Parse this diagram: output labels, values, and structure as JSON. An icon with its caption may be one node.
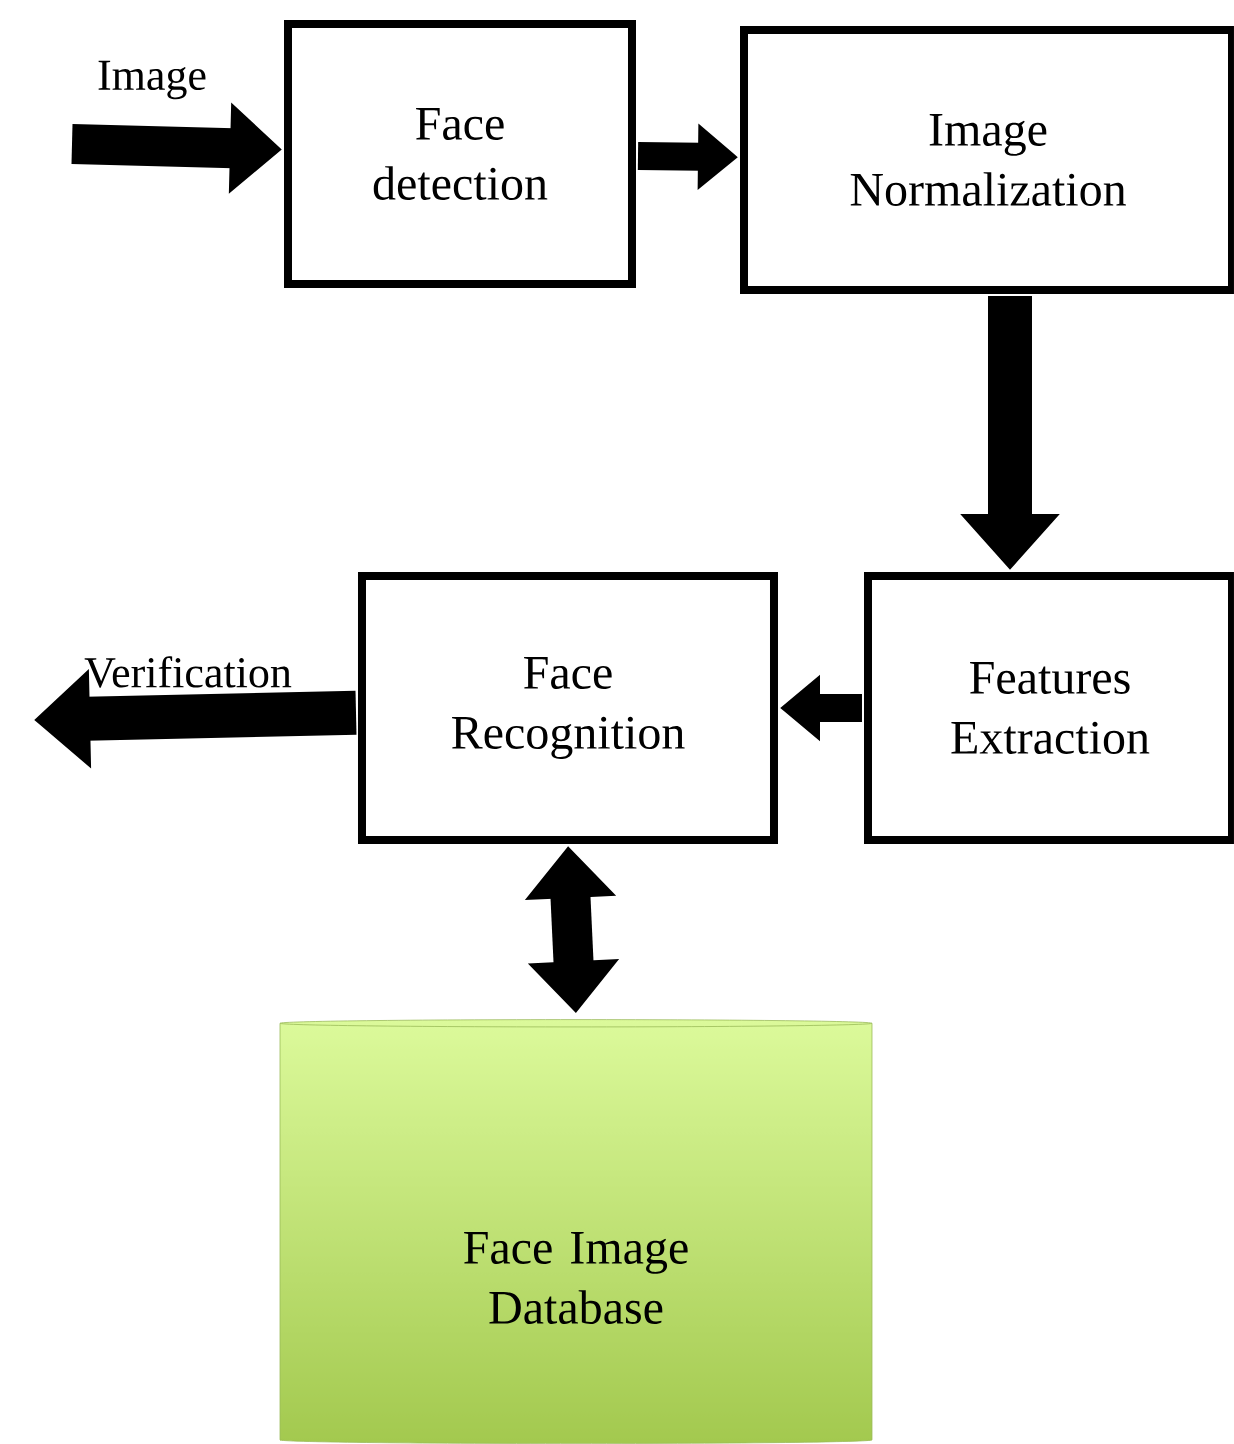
{
  "diagram": {
    "nodes": [
      {
        "text": [
          "Face detection"
        ]
      },
      {
        "text": [
          "Image Normalization"
        ]
      },
      {
        "text": [
          "Features Extraction"
        ]
      },
      {
        "text": [
          "Face Recognition"
        ]
      },
      {
        "text": [
          "Face Image Database"
        ]
      }
    ],
    "edges": [
      {
        "from": null,
        "to": 0,
        "arrow": "to",
        "label": "Image"
      },
      {
        "from": 0,
        "to": 1,
        "arrow": "to"
      },
      {
        "from": 1,
        "to": 2,
        "arrow": "to"
      },
      {
        "from": 2,
        "to": 3,
        "arrow": "to"
      },
      {
        "from": 3,
        "to": null,
        "arrow": "to",
        "label": "Verification"
      },
      {
        "from": 3,
        "to": 4,
        "arrow": "both"
      }
    ]
  }
}
